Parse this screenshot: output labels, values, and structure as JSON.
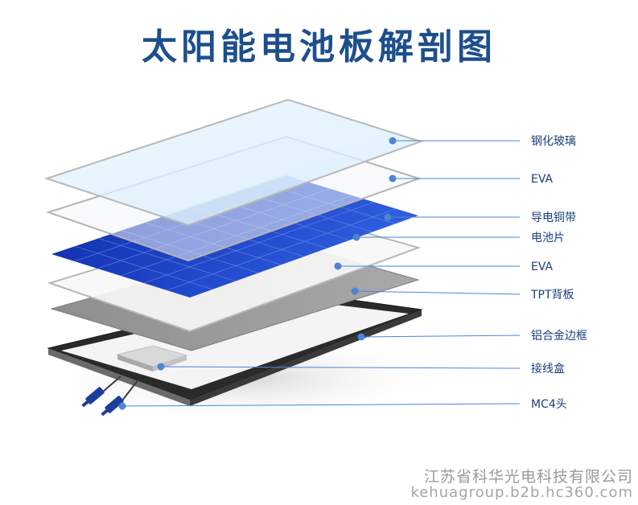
{
  "title": "太阳能电池板解剖图",
  "layers": [
    {
      "label": "钢化玻璃"
    },
    {
      "label": "EVA"
    },
    {
      "label": "导电铜带"
    },
    {
      "label": "电池片"
    },
    {
      "label": "EVA"
    },
    {
      "label": "TPT背板"
    },
    {
      "label": "铝合金边框"
    },
    {
      "label": "接线盒"
    },
    {
      "label": "MC4头"
    }
  ],
  "watermark": {
    "company": "江苏省科华光电科技有限公司",
    "url": "kehuagroup.b2b.hc360.com"
  },
  "colors": {
    "title": "#1d4f8c",
    "label": "#1b3f7a",
    "pointer": "#4a86d4",
    "cell_blue": "#1a3cb8"
  }
}
